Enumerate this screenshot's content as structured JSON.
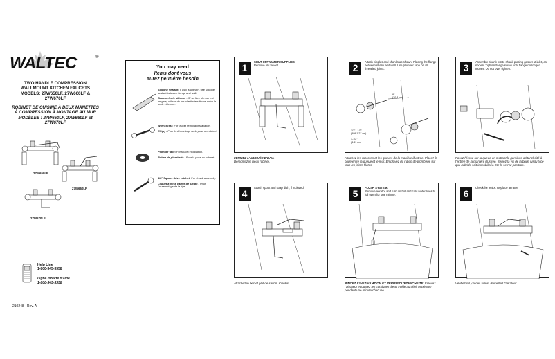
{
  "brand": {
    "name": "WALTEC",
    "trademark": "®"
  },
  "title_en": [
    "TWO HANDLE COMPRESSION",
    "WALLMOUNT KITCHEN FAUCETS",
    "MODELS: 27W650LF, 27W660LF &",
    "27W670LF"
  ],
  "title_fr": [
    "ROBINET DE CUISINE À DEUX MANETTES",
    "À COMPRESSION À MONTAGE AU MUR",
    "MODÈLES : 27W650LF, 27W660LF et",
    "27W670LF"
  ],
  "models": [
    "27W650LF",
    "27W660LF",
    "27W670LF"
  ],
  "help": {
    "en_label": "Help Line",
    "en_number": "1-800-345-3358",
    "fr_label": "Ligne directe d'aide",
    "fr_number": "1-800-345-3358"
  },
  "doc_code": "210248   Rev. A",
  "you_may_need": {
    "title": "You may need",
    "title_fr": [
      "Items dont vous",
      "aurez peut-être besoin"
    ],
    "tools": [
      {
        "name": "Silicone sealant:",
        "desc": "If wall is uneven, use silicone sealant between flange and wall.",
        "name_fr": "Bouche-fente silicone :",
        "desc_fr": "Si surface du mur est inégale, utilisez du bouche-fente silicone entre la bride et le mur."
      },
      {
        "name": "Wrench(es):",
        "desc": "For faucet removal/installation.",
        "name_fr": "Clé(s) :",
        "desc_fr": "Pour le démontage ou la pose du robinet."
      },
      {
        "name": "Plumber tape:",
        "desc": "For faucet installation.",
        "name_fr": "Ruban de plomberie :",
        "desc_fr": "Pour la pose du robinet."
      },
      {
        "name": "3/8\" Square drive ratchet:",
        "desc": "For shank assembly.",
        "name_fr": "Cliquet à prise carrée de 3/8 po :",
        "desc_fr": "Pour l'assemblage de la tige."
      }
    ]
  },
  "steps": [
    {
      "num": "1",
      "title": "SHUT OFF WATER SUPPLIES.",
      "text": "Remove old faucet.",
      "fr_title": "FERMEZ L'ARRIVÉE D'EAU.",
      "fr_text": "Démontez le vieux robinet."
    },
    {
      "num": "2",
      "title": "",
      "text": "Attach nipples and shanks as shown. Placing the flange between shank and wall. Use plumber tape on all threaded joints.",
      "fr_title": "",
      "fr_text": "Attachez les raccords et les queues de la manière illustrée. Placez la bride entre la queue et le mur. Employez du ruban de plomberie sur tous les joints filetés.",
      "dims": [
        "8\"",
        "(20,3 cm)",
        "1/2\" - 1/2\"",
        "(409-1.27 cm)",
        "1-1/2\"",
        "(3.81 cm)"
      ]
    },
    {
      "num": "3",
      "title": "",
      "text": "Assemble shank nut to shank placing gasket at inlet, as shown. Tighten flange screw until flange no longer moves. Do not over tighten.",
      "fr_title": "",
      "fr_text": "Posez l'écrou sur la queue en mettant la garniture d'étanchéité à l'entrée de la manière illustrée. Serrez la vis de la bride jusqu'à ce que la bride soit immobilisée. Ne la serrez pas trop."
    },
    {
      "num": "4",
      "title": "",
      "text": "Attach spout and soap dish, if included.",
      "fr_title": "",
      "fr_text": "Attachez le bec et plat de savon, s'inclus."
    },
    {
      "num": "5",
      "title": "FLUSH SYSTEM.",
      "text": "Remove aerator and turn on hot and cold water lines to full open for one minute.",
      "fr_title": "RINCEZ L'INSTALLATION ET VÉRIFIEZ L'ÉTANCHÉITÉ.",
      "fr_text": "Enlevez l'aérateur et ouvrez les conduites d'eau froide au débit maximum pendant une minute chacune."
    },
    {
      "num": "6",
      "title": "",
      "text": "Check for leaks. Replace aerator.",
      "fr_title": "",
      "fr_text": "Vérifiez s'il y a des fuites. Remettez l'aérateur."
    }
  ]
}
